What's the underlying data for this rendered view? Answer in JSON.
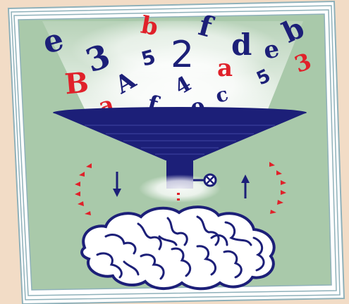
{
  "colors": {
    "background": "#f2dcc6",
    "card_green": "#a9c9aa",
    "frame_stroke": "#8fb1ba",
    "funnel_navy": "#1c1f78",
    "letter_red": "#e0212a",
    "brain_outline": "#1c1f78",
    "brain_fill": "#ffffff",
    "glow": "#ffffff"
  },
  "icons": {
    "valve": "valve-icon",
    "down_arrow": "down-arrow-icon",
    "up_arrow": "up-arrow-icon",
    "brain": "brain-icon",
    "left_marks": "red-chevron-marks-left",
    "right_marks": "red-chevron-marks-right"
  },
  "glyphs": [
    {
      "text": "e",
      "color": "#1c1f78"
    },
    {
      "text": "3",
      "color": "#1c1f78"
    },
    {
      "text": "b",
      "color": "#e0212a"
    },
    {
      "text": "5",
      "color": "#1c1f78"
    },
    {
      "text": "2",
      "color": "#1c1f78"
    },
    {
      "text": "f",
      "color": "#1c1f78"
    },
    {
      "text": "d",
      "color": "#1c1f78"
    },
    {
      "text": "e",
      "color": "#1c1f78"
    },
    {
      "text": "b",
      "color": "#1c1f78"
    },
    {
      "text": "3",
      "color": "#e0212a"
    },
    {
      "text": "B",
      "color": "#e0212a"
    },
    {
      "text": "A",
      "color": "#1c1f78"
    },
    {
      "text": "a",
      "color": "#e0212a"
    },
    {
      "text": "5",
      "color": "#1c1f78"
    },
    {
      "text": "4",
      "color": "#1c1f78"
    },
    {
      "text": "c",
      "color": "#1c1f78"
    },
    {
      "text": "a",
      "color": "#e0212a"
    },
    {
      "text": "f",
      "color": "#1c1f78"
    },
    {
      "text": "e",
      "color": "#1c1f78"
    }
  ]
}
